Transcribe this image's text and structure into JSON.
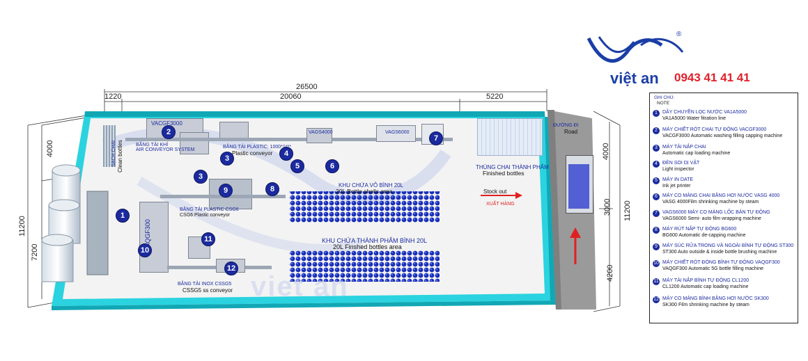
{
  "dimensions": {
    "total_width": "26500",
    "seg1": "1220",
    "seg2": "20060",
    "seg3": "5220",
    "total_height": "11200",
    "left_7200": "7200",
    "left_4000": "4000",
    "right_4000": "4000",
    "right_3000": "3000",
    "right_11200": "11200",
    "right_4200": "4200"
  },
  "logo": {
    "brand": "việt an",
    "phone": "0943 41 41 41",
    "registered": "®",
    "watermark": "viet an"
  },
  "floorplan": {
    "machine_labels": [
      "VACGF3000",
      "VAGS4000",
      "VAGS6000",
      "VAQGF300"
    ],
    "conveyor_labels": [
      "BĂNG TẢI KHÍ",
      "AIR CONVEYOR SYSTEM",
      "BĂNG TẢI PLASTIC: 1000*1***",
      "Plastic conveyor",
      "BĂNG TẢI PLASTIC CSG6",
      "CSG6 Plastic conveyor",
      "BĂNG TẢI INOX CSSG5",
      "CSSG5 ss conveyor"
    ],
    "clean_bottles": "Clean bottles",
    "clean_bottles_vn": "SẠCH CHAI",
    "finished_vn": "THÙNG CHAI THÀNH PHẨM",
    "finished_en": "Finished bottles",
    "shells_vn": "KHU CHỨA VỎ BÌNH 20L",
    "shells_en": "20L Bottle shells area",
    "finished20_vn": "KHU CHỨA THÀNH PHẨM BÌNH 20L",
    "finished20_en": "20L Finshed bottles area",
    "stock_out_en": "Stock out",
    "stock_out_vn": "XUẤT HÀNG",
    "road_vn": "ĐƯỜNG ĐI",
    "road_en": "Road",
    "numbers": [
      "1",
      "2",
      "3",
      "3",
      "4",
      "5",
      "6",
      "7",
      "8",
      "9",
      "10",
      "11",
      "12"
    ]
  },
  "note": {
    "title_vn": "GHI CHÚ:",
    "title_en": "NOTE",
    "items": [
      {
        "num": "1",
        "vn": "DÂY CHUYỀN LỌC NƯỚC VA1A5000",
        "en": "VA1A5000 Water fitration line"
      },
      {
        "num": "2",
        "vn": "MÁY CHIẾT RÓT CHAI TỰ ĐỘNG VACGF3000",
        "en": "VACGF3000 Automatic washing filling capping machine"
      },
      {
        "num": "3",
        "vn": "MÁY TẢI NẮP CHAI",
        "en": "Automatic cap loading machine"
      },
      {
        "num": "4",
        "vn": "ĐÈN SOI DỊ VẬT",
        "en": "Light inspector"
      },
      {
        "num": "5",
        "vn": "MÁY IN DATE",
        "en": "Ink jet printer"
      },
      {
        "num": "6",
        "vn": "MÁY CO MÀNG CHAI BẰNG HƠI NƯỚC VASG 4000",
        "en": "VASG 4000Film shrinking machine by steam"
      },
      {
        "num": "7",
        "vn": "VAGS6000 MÁY CO MÀNG LỐC BÁN TỰ ĐỘNG",
        "en": "VAGS6000 Semi- auto film wrapping machine"
      },
      {
        "num": "8",
        "vn": "MÁY RÚT NẮP TỰ ĐỘNG BG600",
        "en": "BG600 Automatic de-capping machine"
      },
      {
        "num": "9",
        "vn": "MÁY SÚC RỬA TRONG VÀ NGOÀI BÌNH TỰ ĐỘNG ST300",
        "en": "ST300 Auto outside & inside bottle brushing machine"
      },
      {
        "num": "10",
        "vn": "MÁY CHIẾT RÓT ĐÓNG BÌNH TỰ ĐỘNG VAQGF300",
        "en": "VAQGF300 Automatic 5G bottle filling machine"
      },
      {
        "num": "11",
        "vn": "MÁY TẢI NẮP BÌNH TỰ ĐỘNG CL1200",
        "en": "CL1200 Automatic cap loading machine"
      },
      {
        "num": "12",
        "vn": "MÁY CO MÀNG BÌNH BẰNG HƠI NƯỚC SK300",
        "en": "SK300 Film shrinking machine by steam"
      }
    ]
  },
  "colors": {
    "wall": "#2ad3df",
    "wall_dark": "#12a7b5",
    "floor": "#f3f3f3",
    "bottle": "#1a2fb8",
    "badge": "#1b2a9e",
    "arrow": "#e02020",
    "road": "#9a9a9a",
    "logo_blue": "#1b3ea6",
    "logo_red": "#e0202a"
  }
}
